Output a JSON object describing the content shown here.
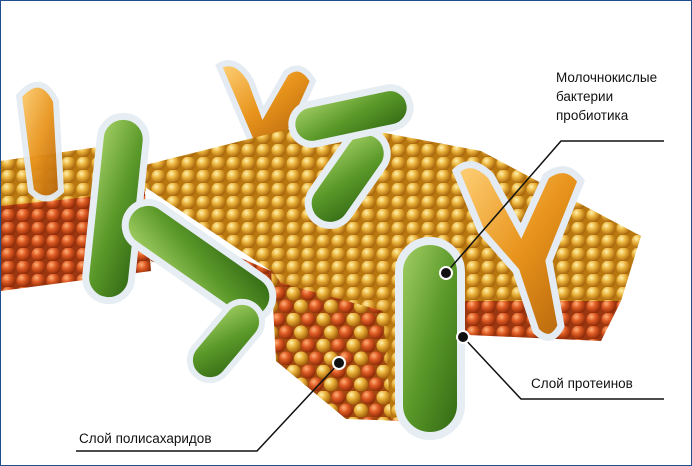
{
  "labels": {
    "lactic_bacteria": [
      "Молочнокислые",
      "бактерии",
      "пробиотика"
    ],
    "protein_layer": "Слой протеинов",
    "polysaccharide_layer": "Слой полисахаридов"
  },
  "colors": {
    "frame_border": "#1f4f8f",
    "protein_sphere": "#e8a92b",
    "polysaccharide_sphere": "#d9541e",
    "bacteria_green": "#5c9a2a",
    "bacteria_orange": "#e8941c",
    "callout_line": "#111111"
  }
}
